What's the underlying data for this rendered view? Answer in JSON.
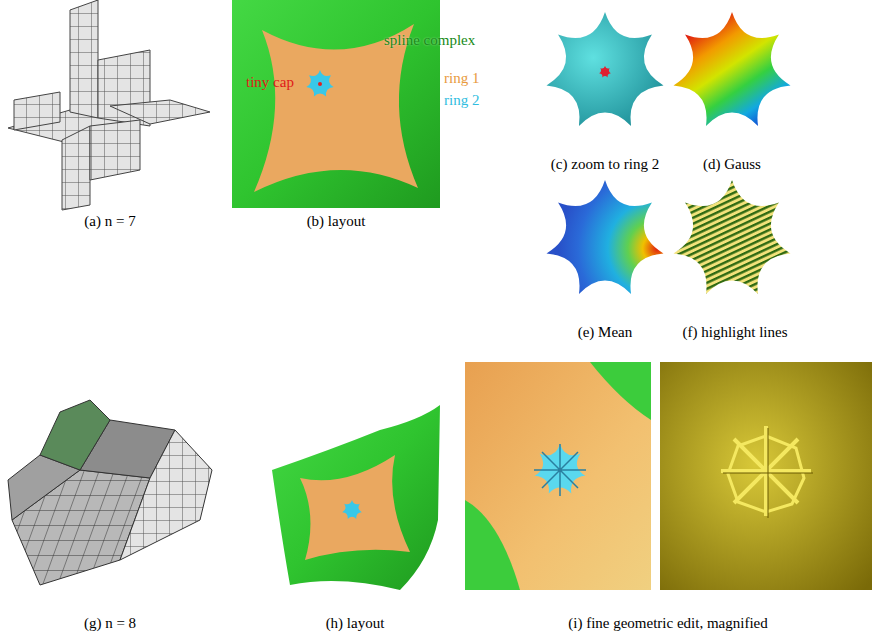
{
  "diagram": {
    "labels": [
      "spline complex",
      "ring 1",
      "ring 2",
      "tiny cap",
      "(a) n = 7",
      "(b) layout",
      "(c) zoom to ring 2",
      "(d) Gauss",
      "(e) Mean",
      "(f) highlight lines",
      "(g) n = 8",
      "(h) layout",
      "(i) fine geometric edit, magnified"
    ]
  }
}
